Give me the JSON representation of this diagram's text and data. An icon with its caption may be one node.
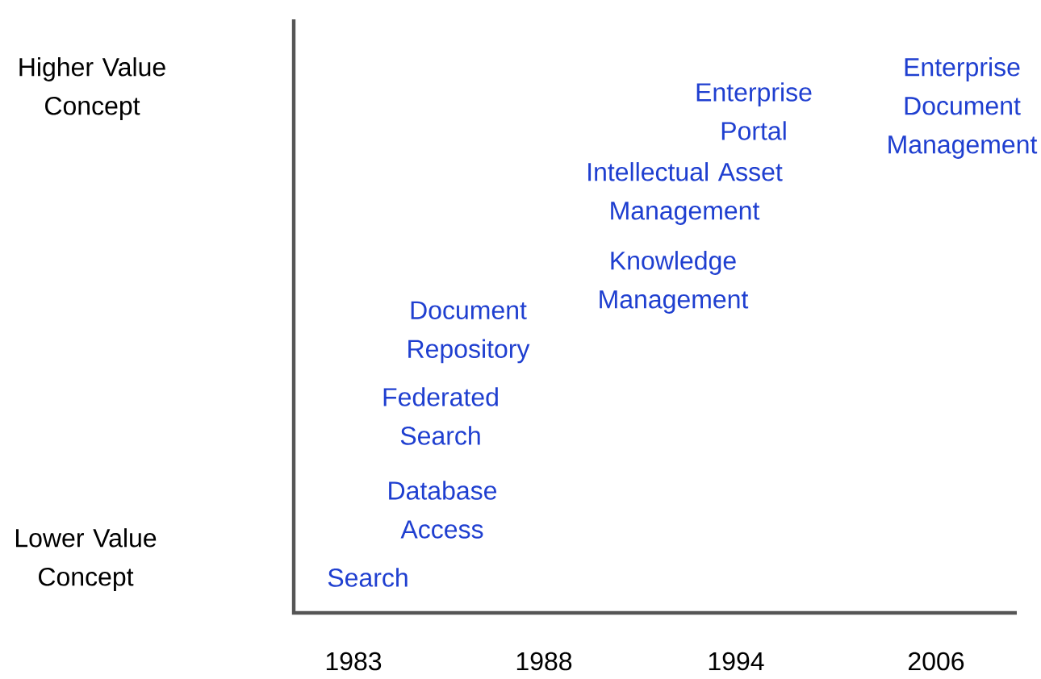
{
  "diagram": {
    "labels": [
      "Higher Value Concept",
      "Enterprise Document Management",
      "Enterprise Portal",
      "Intellectual Asset Management",
      "Knowledge Management",
      "Document Repository",
      "Federated Search",
      "Database Access",
      "Lower Value Concept",
      "Search",
      "1983",
      "1988",
      "1994",
      "2006"
    ]
  }
}
